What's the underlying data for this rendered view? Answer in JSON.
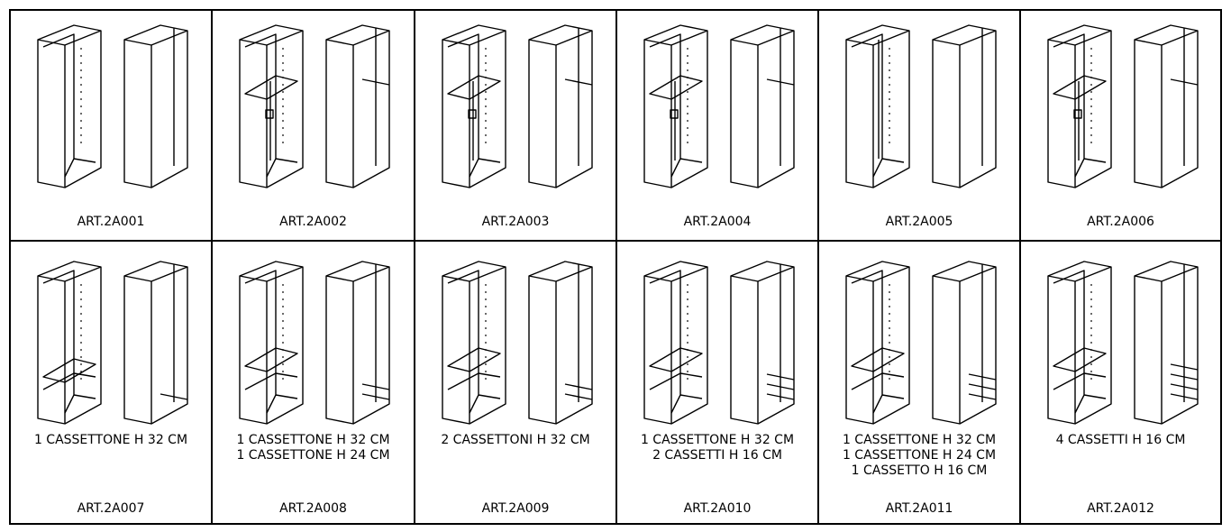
{
  "articles": [
    {
      "code": "ART.2A001",
      "description": [],
      "variant": "open",
      "drawers": 0
    },
    {
      "code": "ART.2A002",
      "description": [],
      "variant": "split",
      "drawers": 0
    },
    {
      "code": "ART.2A003",
      "description": [],
      "variant": "split-tall",
      "drawers": 0
    },
    {
      "code": "ART.2A004",
      "description": [],
      "variant": "split",
      "drawers": 0
    },
    {
      "code": "ART.2A005",
      "description": [],
      "variant": "open-divider",
      "drawers": 0
    },
    {
      "code": "ART.2A006",
      "description": [],
      "variant": "split",
      "drawers": 0
    },
    {
      "code": "ART.2A007",
      "description": [
        "1 CASSETTONE H 32 CM"
      ],
      "variant": "shelf-low",
      "drawers": 1
    },
    {
      "code": "ART.2A008",
      "description": [
        "1 CASSETTONE H 32 CM",
        "1 CASSETTONE H 24 CM"
      ],
      "variant": "shelf-mid",
      "drawers": 2
    },
    {
      "code": "ART.2A009",
      "description": [
        "2 CASSETTONI H 32 CM"
      ],
      "variant": "shelf-mid",
      "drawers": 2
    },
    {
      "code": "ART.2A010",
      "description": [
        "1 CASSETTONE H 32 CM",
        "2 CASSETTI H 16 CM"
      ],
      "variant": "shelf-mid",
      "drawers": 3
    },
    {
      "code": "ART.2A011",
      "description": [
        "1 CASSETTONE H 32 CM",
        "1 CASSETTONE H 24 CM",
        "1 CASSETTO H 16 CM"
      ],
      "variant": "shelf-mid",
      "drawers": 3
    },
    {
      "code": "ART.2A012",
      "description": [
        "4 CASSETTI H 16 CM"
      ],
      "variant": "shelf-mid",
      "drawers": 4
    }
  ]
}
